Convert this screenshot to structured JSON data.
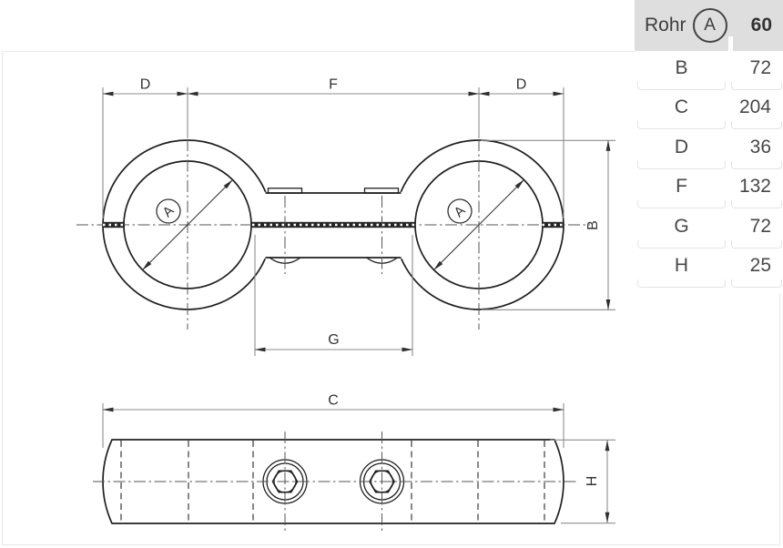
{
  "table": {
    "header": {
      "label": "Rohr",
      "pipe_marker": "A",
      "value": "60"
    },
    "rows": [
      {
        "label": "B",
        "value": "72"
      },
      {
        "label": "C",
        "value": "204"
      },
      {
        "label": "D",
        "value": "36"
      },
      {
        "label": "F",
        "value": "132"
      },
      {
        "label": "G",
        "value": "72"
      },
      {
        "label": "H",
        "value": "25"
      }
    ]
  },
  "drawing": {
    "top_view": {
      "dims": {
        "d_left": "D",
        "f": "F",
        "d_right": "D",
        "b": "B",
        "g": "G"
      },
      "pipe_badge_left": "A",
      "pipe_badge_right": "A"
    },
    "bottom_view": {
      "dims": {
        "c": "C",
        "h": "H"
      }
    }
  },
  "colors": {
    "header_bg": "#dedede",
    "outline": "#202020",
    "dimension_line": "#8e8e8e",
    "text": "#333333",
    "table_border": "#e4e4e4",
    "area_border": "#e8e8e8"
  }
}
